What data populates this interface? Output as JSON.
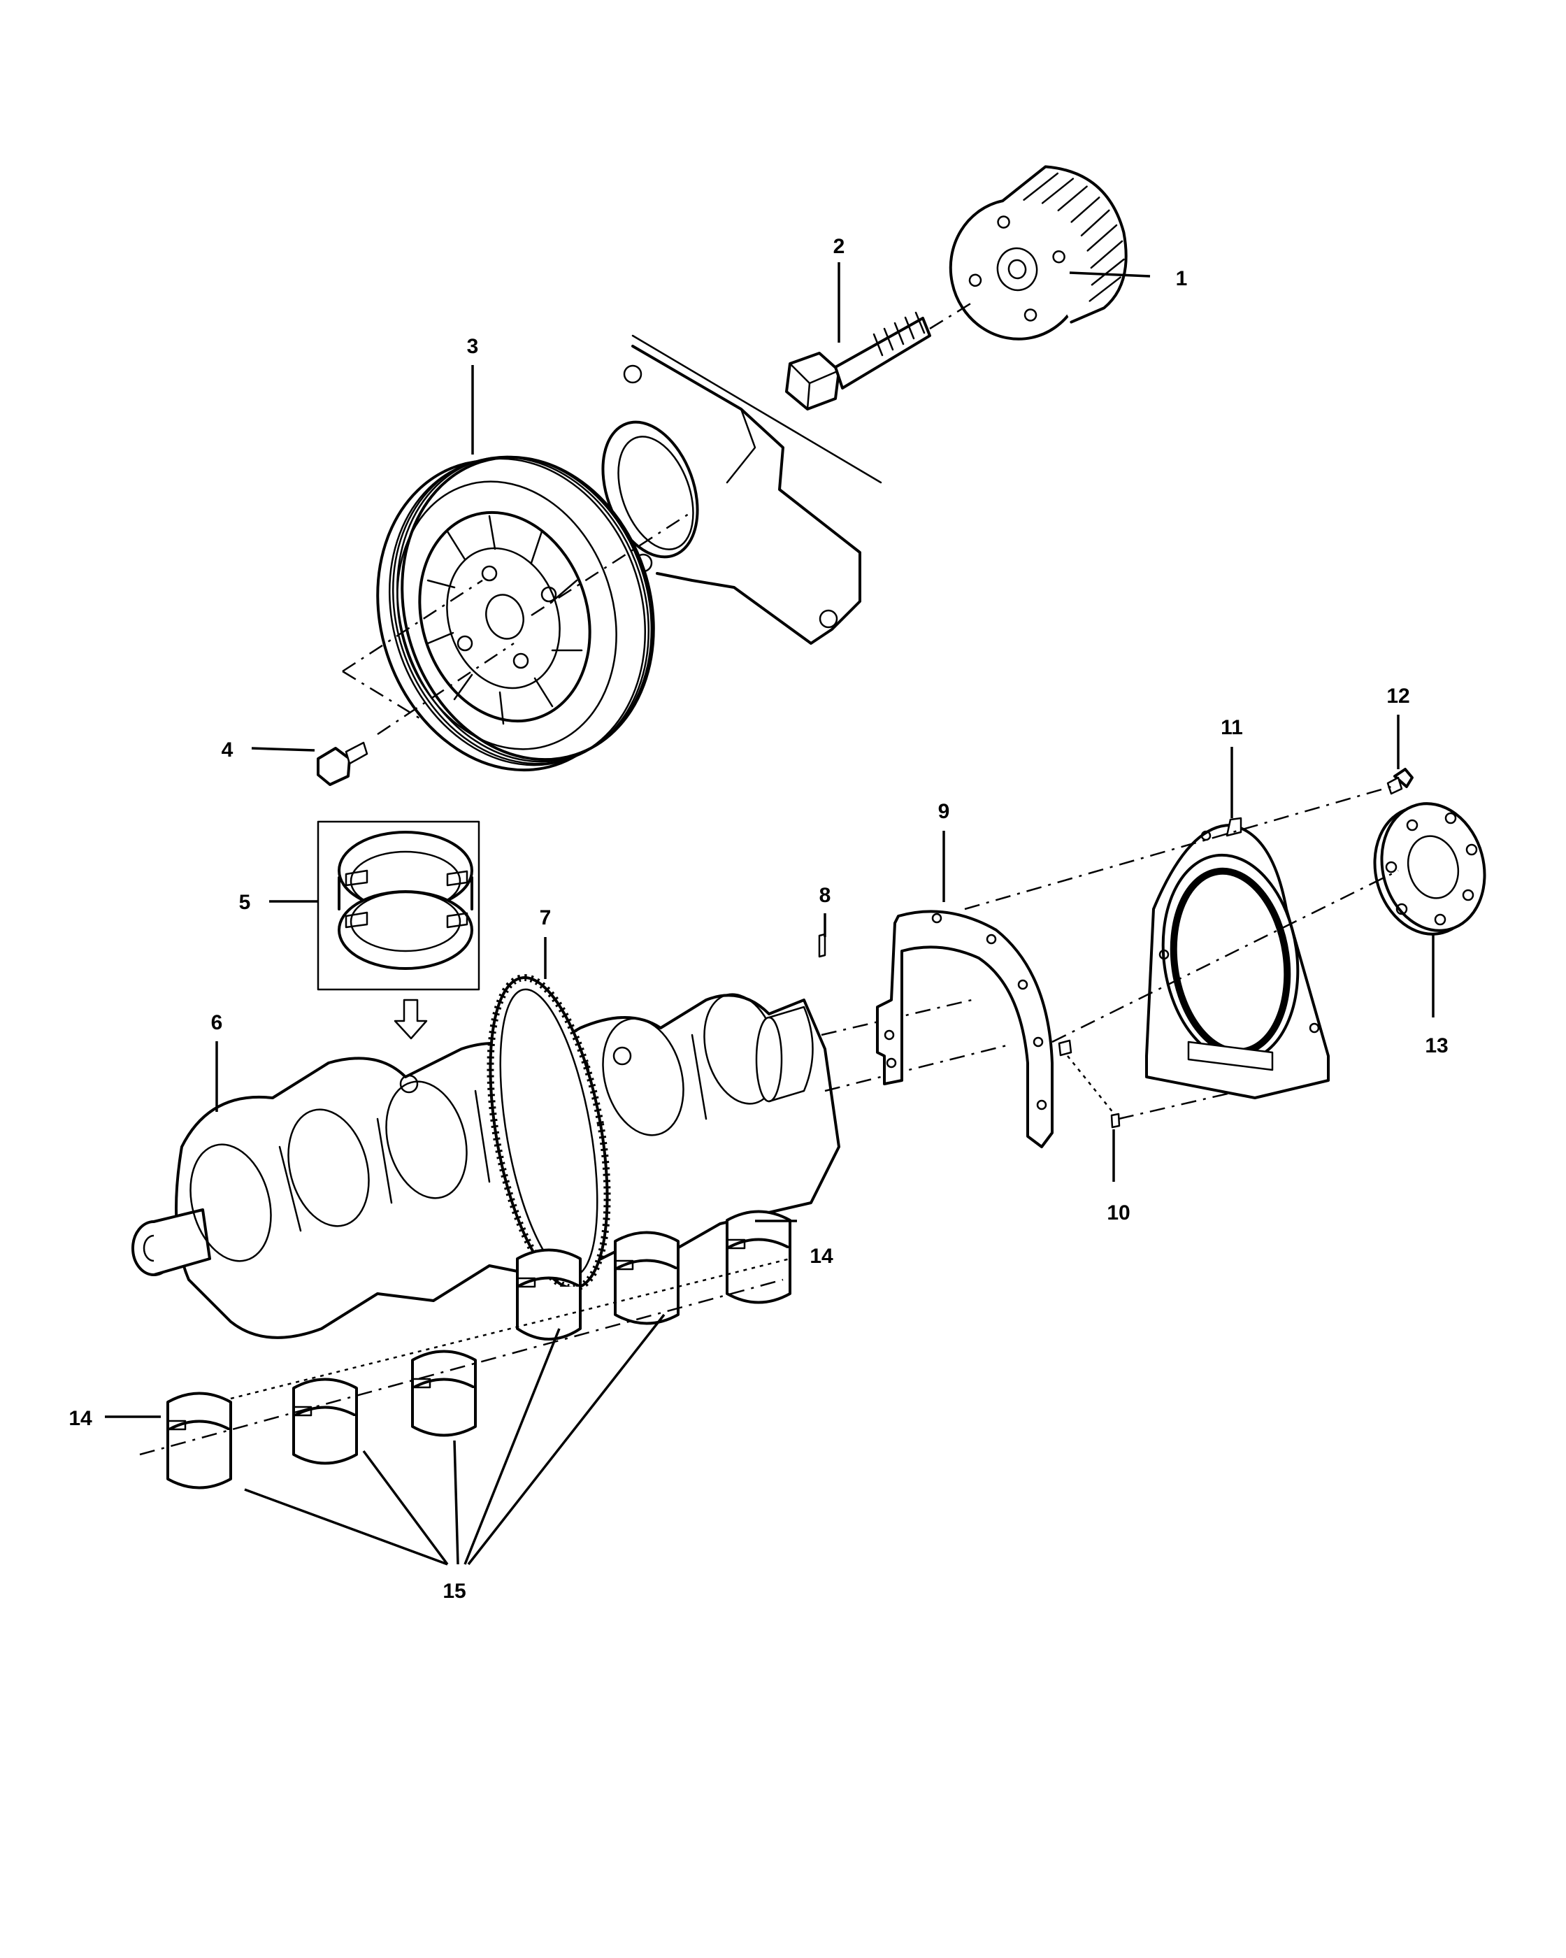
{
  "callouts": {
    "c1": "1",
    "c2": "2",
    "c3": "3",
    "c4": "4",
    "c5": "5",
    "c6": "6",
    "c7": "7",
    "c8": "8",
    "c9": "9",
    "c10": "10",
    "c11": "11",
    "c12": "12",
    "c13": "13",
    "c14a": "14",
    "c14b": "14",
    "c15": "15"
  },
  "colors": {
    "line": "#000000",
    "background": "#ffffff"
  }
}
